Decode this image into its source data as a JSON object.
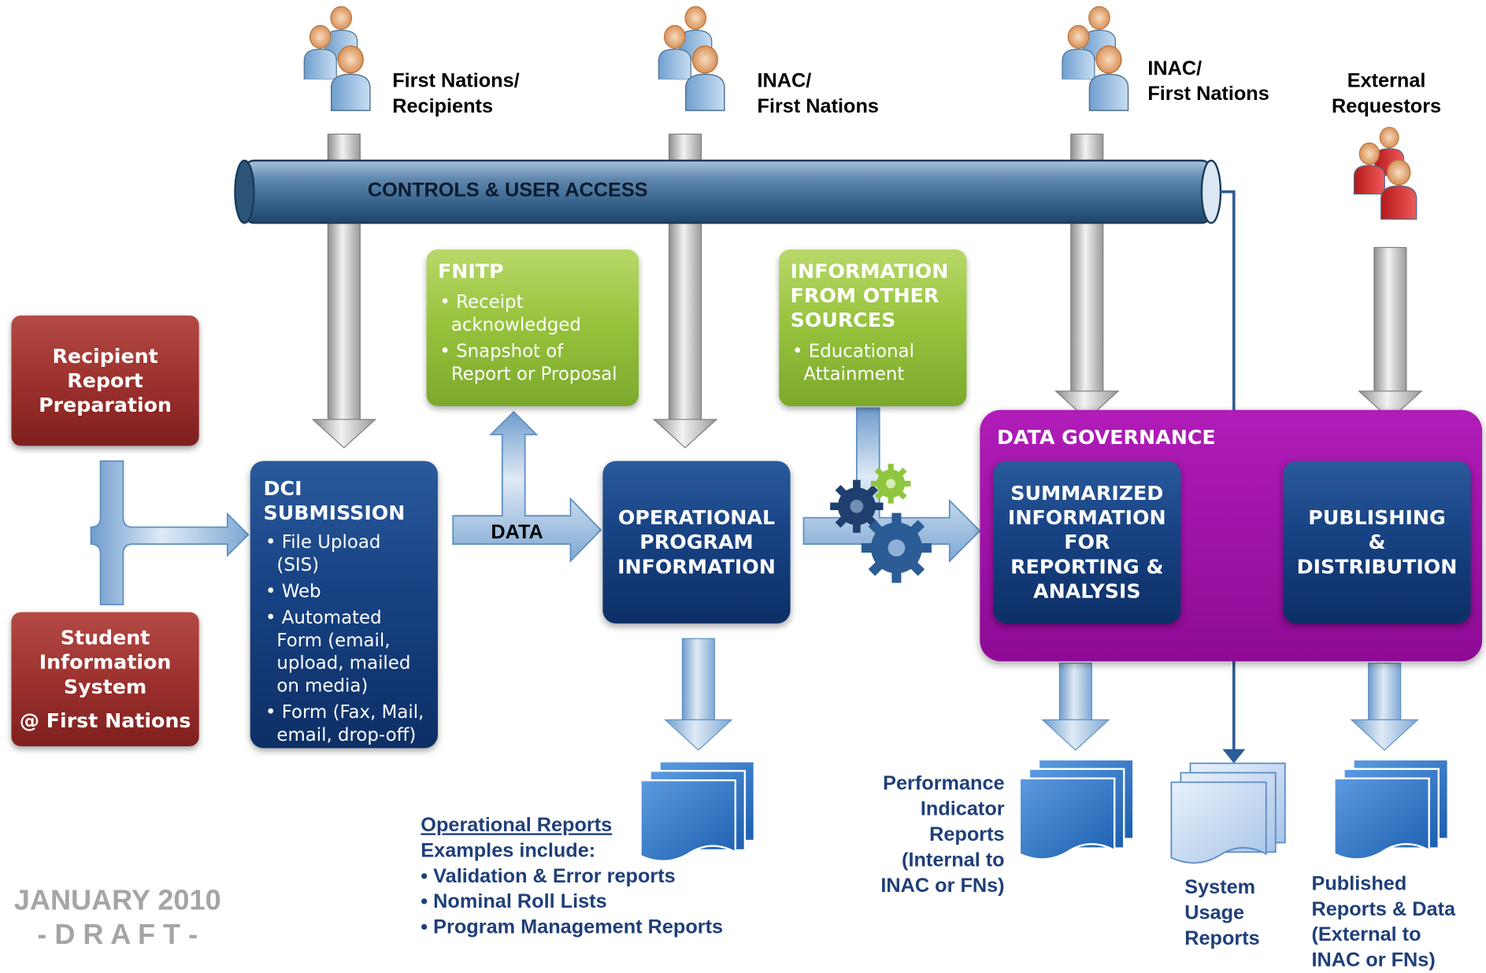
{
  "actors": [
    {
      "id": "fn-recipients",
      "label_line1": "First Nations/",
      "label_line2": "Recipients",
      "color": "#8fb9dc"
    },
    {
      "id": "inac-fn-1",
      "label_line1": "INAC/",
      "label_line2": "First Nations",
      "color": "#8fb9dc"
    },
    {
      "id": "inac-fn-2",
      "label_line1": "INAC/",
      "label_line2": "First Nations",
      "color": "#8fb9dc"
    },
    {
      "id": "external",
      "label_line1": "External",
      "label_line2": "Requestors",
      "color": "#d42a2a"
    }
  ],
  "pipe": {
    "label": "CONTROLS & USER ACCESS"
  },
  "sources": {
    "recipient_report": "Recipient Report Preparation",
    "sis_title": "Student Information System",
    "sis_sub": "@ First Nations"
  },
  "dci": {
    "title": "DCI SUBMISSION",
    "items": [
      "File Upload (SIS)",
      "Web",
      "Automated Form (email, upload, mailed on media)",
      "Form (Fax, Mail, email, drop-off)"
    ]
  },
  "data_label": "DATA",
  "fnitp": {
    "title": "FNITP",
    "items": [
      "Receipt acknowledged",
      "Snapshot of Report or Proposal"
    ]
  },
  "operational": {
    "title": "OPERATIONAL PROGRAM INFORMATION"
  },
  "other_sources": {
    "title": "INFORMATION FROM OTHER SOURCES",
    "items": [
      "Educational Attainment"
    ]
  },
  "governance": {
    "title": "DATA GOVERNANCE",
    "summarized": "SUMMARIZED INFORMATION FOR REPORTING & ANALYSIS",
    "publishing": "PUBLISHING & DISTRIBUTION"
  },
  "reports": {
    "operational_heading": "Operational Reports",
    "operational_intro": "Examples include:",
    "operational_items": [
      "Validation & Error reports",
      "Nominal Roll Lists",
      "Program Management Reports"
    ],
    "performance": [
      "Performance",
      "Indicator",
      "Reports",
      "(Internal to",
      "INAC or FNs)"
    ],
    "system_usage": [
      "System",
      "Usage",
      "Reports"
    ],
    "published": [
      "Published",
      "Reports & Data",
      "(External to",
      "INAC or FNs)"
    ]
  },
  "stamp": {
    "date": "JANUARY 2010",
    "status": "- D R A F T -"
  },
  "colors": {
    "navy": "#174283",
    "green": "#98c43e",
    "purple": "#9b0fa3",
    "red": "#9a2f2c",
    "label_blue": "#1f3f7a"
  }
}
